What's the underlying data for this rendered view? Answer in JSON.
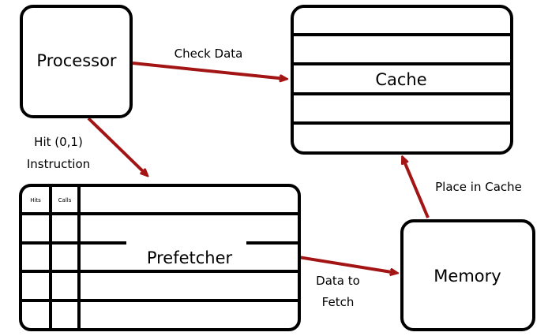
{
  "nodes": {
    "processor": {
      "label": "Processor"
    },
    "cache": {
      "label": "Cache"
    },
    "prefetcher": {
      "label": "Prefetcher",
      "col_hits": "Hits",
      "col_calls": "Calls"
    },
    "memory": {
      "label": "Memory"
    }
  },
  "edges": {
    "check_data": {
      "label": "Check Data"
    },
    "hit_instruction": {
      "line1": "Hit (0,1)",
      "line2": "Instruction"
    },
    "data_to_fetch": {
      "line1": "Data to",
      "line2": "Fetch"
    },
    "place_in_cache": {
      "label": "Place in Cache"
    }
  },
  "colors": {
    "arrow": "#a31515",
    "box_stroke": "#000000"
  }
}
